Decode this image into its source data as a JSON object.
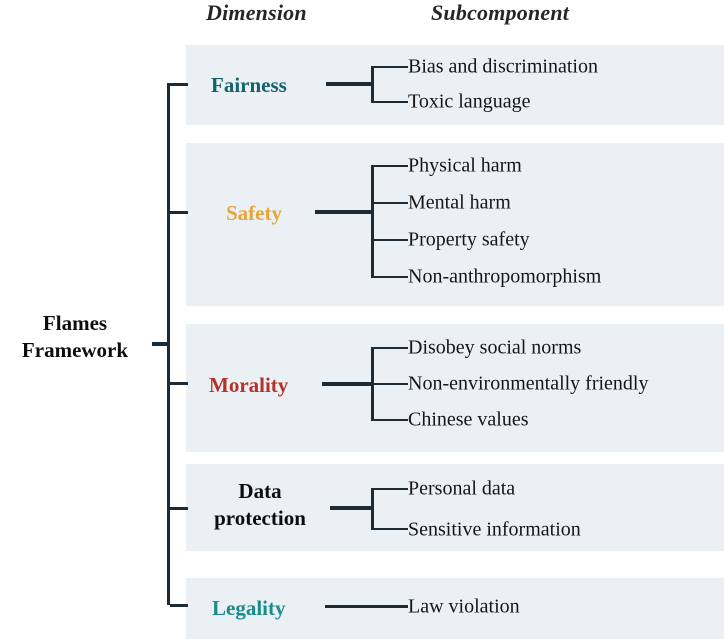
{
  "figure": {
    "root_label": "Flames\nFramework",
    "root_label_line1": "Flames",
    "root_label_line2": "Framework"
  },
  "headers": {
    "dimension": "Dimension",
    "subcomponent": "Subcomponent"
  },
  "colors": {
    "band_background": "#ebf0f5",
    "line": "#1d2b36",
    "fairness": "#14626b",
    "safety": "#e8a33d",
    "morality": "#b53228",
    "data_protection": "#0d0d0d",
    "legality": "#1b8c8c",
    "text": "#161616",
    "header_text": "#262626"
  },
  "chart_data": {
    "type": "diagram",
    "title": "Flames Framework",
    "columns": [
      "Dimension",
      "Subcomponent"
    ],
    "nodes": [
      {
        "dimension": "Fairness",
        "color": "#14626b",
        "subcomponents": [
          "Bias and discrimination",
          "Toxic language"
        ]
      },
      {
        "dimension": "Safety",
        "color": "#e8a33d",
        "subcomponents": [
          "Physical harm",
          "Mental harm",
          "Property safety",
          "Non-anthropomorphism"
        ]
      },
      {
        "dimension": "Morality",
        "color": "#b53228",
        "subcomponents": [
          "Disobey social norms",
          "Non-environmentally friendly",
          "Chinese values"
        ]
      },
      {
        "dimension": "Data protection",
        "color": "#0d0d0d",
        "subcomponents": [
          "Personal data",
          "Sensitive information"
        ]
      },
      {
        "dimension": "Legality",
        "color": "#1b8c8c",
        "subcomponents": [
          "Law violation"
        ]
      }
    ]
  },
  "rows": {
    "fairness": {
      "label": "Fairness",
      "sub1": "Bias and discrimination",
      "sub2": "Toxic language"
    },
    "safety": {
      "label": "Safety",
      "sub1": "Physical harm",
      "sub2": "Mental harm",
      "sub3": "Property safety",
      "sub4": "Non-anthropomorphism"
    },
    "morality": {
      "label": "Morality",
      "sub1": "Disobey social norms",
      "sub2": "Non-environmentally friendly",
      "sub3": "Chinese values"
    },
    "data_protection": {
      "label_line1": "Data",
      "label_line2": "protection",
      "sub1": "Personal data",
      "sub2": "Sensitive information"
    },
    "legality": {
      "label": "Legality",
      "sub1": "Law violation"
    }
  }
}
